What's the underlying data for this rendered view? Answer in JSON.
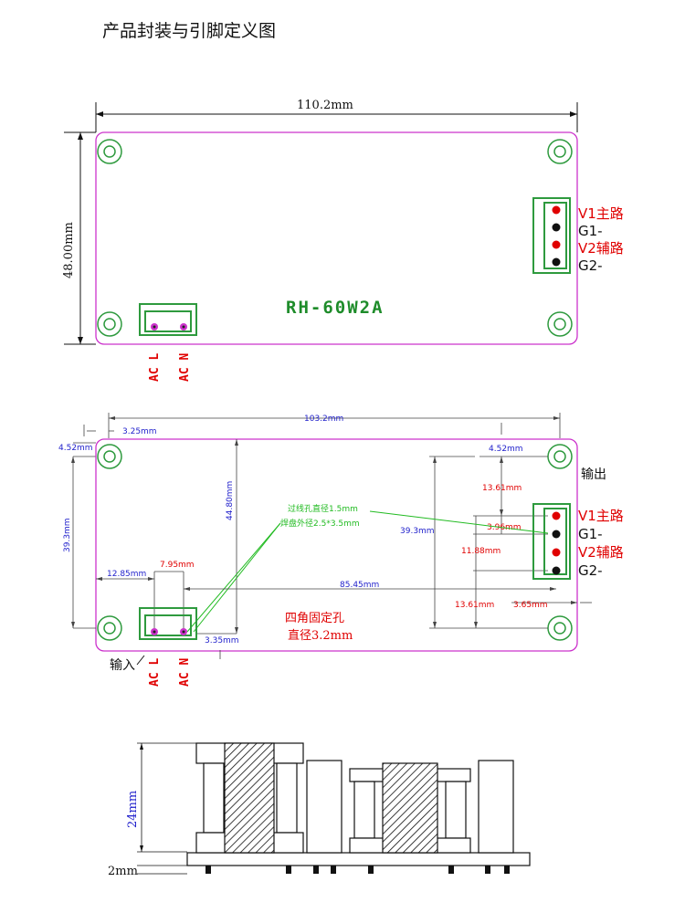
{
  "title": "产品封装与引脚定义图",
  "colors": {
    "board_outline": "#cc33cc",
    "hole_green": "#2e9a3e",
    "pin_red": "#e00000",
    "pin_black": "#111111",
    "dim_blue": "#2222cc",
    "note_green": "#22bb22"
  },
  "top_view": {
    "width_label": "110.2mm",
    "height_label": "48.00mm",
    "model": "RH-60W2A",
    "output_pins": [
      {
        "label": "V1主路",
        "color": "red"
      },
      {
        "label": "G1-",
        "color": "black"
      },
      {
        "label": "V2辅路",
        "color": "red"
      },
      {
        "label": "G2-",
        "color": "black"
      }
    ],
    "input_pins": [
      "AC L",
      "AC N"
    ]
  },
  "middle_view": {
    "dims": {
      "overall": "103.2mm",
      "left_offset": "3.25mm",
      "hole_top": "4.52mm",
      "hole_top_right": "4.52mm",
      "hole_vertical_left": "39.3mm",
      "hole_vertical_right": "39.3mm",
      "board_inner_height": "44.80mm",
      "pin_pitch_top": "13.61mm",
      "pin_pitch_bottom": "13.61mm",
      "pin_spacing_a": "3.96mm",
      "pin_spacing_b": "11.88mm",
      "right_offset": "3.65mm",
      "input_left": "12.85mm",
      "input_pitch": "7.95mm",
      "input_to_output": "85.45mm",
      "input_bottom": "3.35mm"
    },
    "notes": {
      "via_hole": "过线孔直径1.5mm",
      "pad_size": "焊盘外径2.5*3.5mm",
      "mount_title": "四角固定孔",
      "mount_diam": "直径3.2mm"
    },
    "output_label": "输出",
    "input_label": "输入",
    "output_pins": [
      {
        "label": "V1主路",
        "color": "red"
      },
      {
        "label": "G1-",
        "color": "black"
      },
      {
        "label": "V2辅路",
        "color": "red"
      },
      {
        "label": "G2-",
        "color": "black"
      }
    ],
    "input_pins": [
      "AC L",
      "AC N"
    ]
  },
  "side_view": {
    "height_label": "24mm",
    "pin_label": "2mm"
  }
}
